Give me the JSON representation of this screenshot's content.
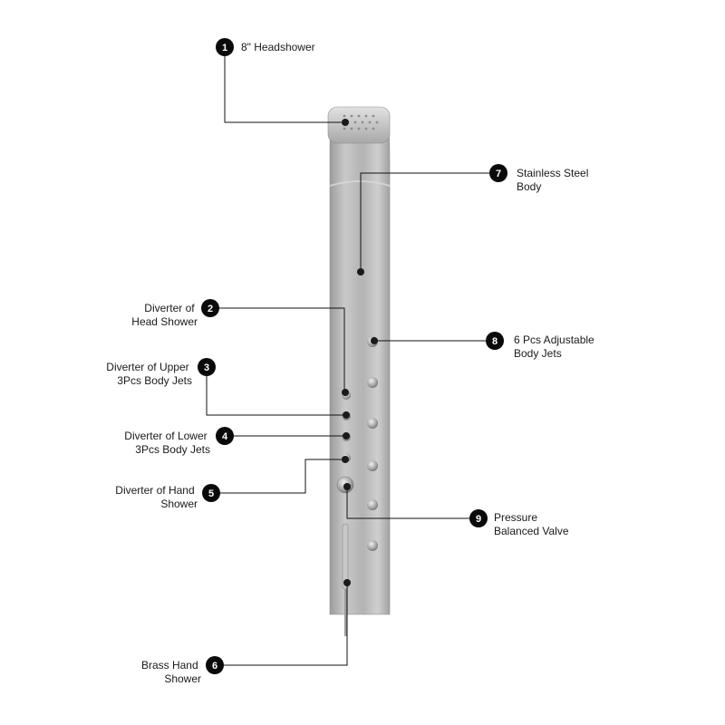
{
  "diagram": {
    "colors": {
      "leader": "#111111",
      "badge": "#0a0a0a",
      "panel_light": "#d4d4d4",
      "panel_mid": "#b9b9b9",
      "panel_dark": "#8f8f8f",
      "dot": "#1a1a1a"
    },
    "callouts": [
      {
        "number": "1",
        "label_lines": [
          "8\" Headshower"
        ]
      },
      {
        "number": "2",
        "label_lines": [
          "Diverter of",
          "Head Shower"
        ]
      },
      {
        "number": "3",
        "label_lines": [
          "Diverter of Upper",
          "3Pcs Body Jets"
        ]
      },
      {
        "number": "4",
        "label_lines": [
          "Diverter of Lower",
          "3Pcs Body Jets"
        ]
      },
      {
        "number": "5",
        "label_lines": [
          "Diverter of Hand",
          "Shower"
        ]
      },
      {
        "number": "6",
        "label_lines": [
          "Brass Hand",
          "Shower"
        ]
      },
      {
        "number": "7",
        "label_lines": [
          "Stainless Steel",
          "Body"
        ]
      },
      {
        "number": "8",
        "label_lines": [
          "6 Pcs Adjustable",
          "Body Jets"
        ]
      },
      {
        "number": "9",
        "label_lines": [
          "Pressure",
          "Balanced Valve"
        ]
      }
    ]
  }
}
